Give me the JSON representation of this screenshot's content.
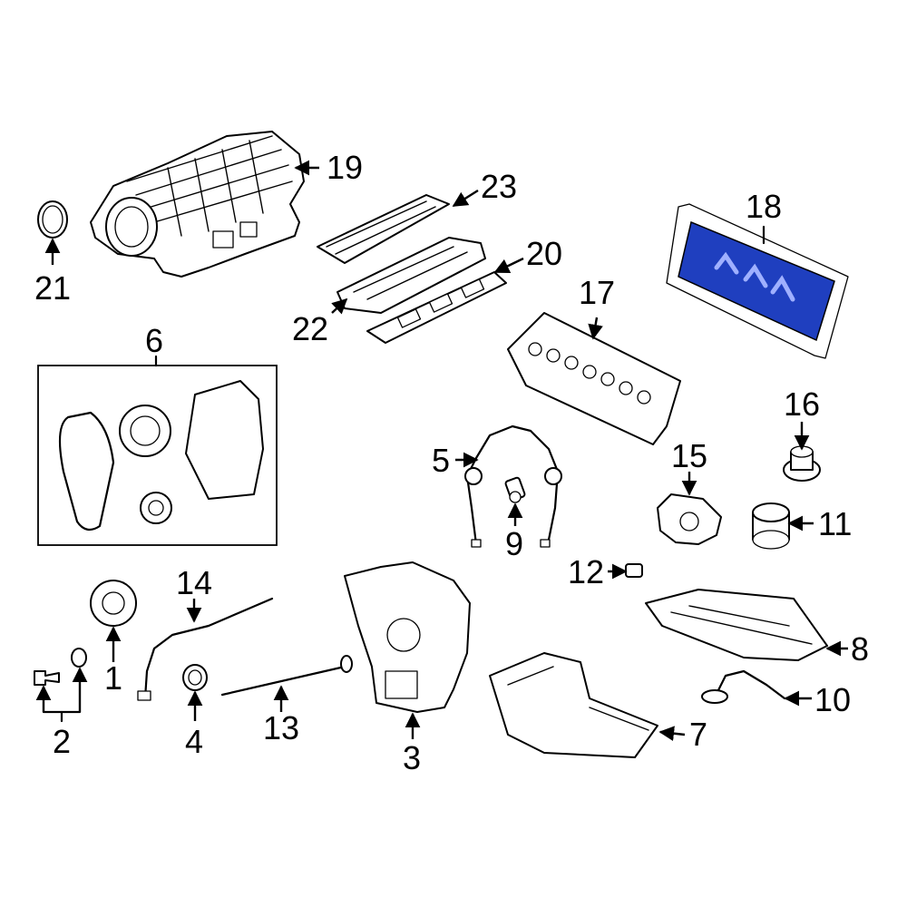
{
  "diagram": {
    "callouts": {
      "c1": "1",
      "c2": "2",
      "c3": "3",
      "c4": "4",
      "c5": "5",
      "c6": "6",
      "c7": "7",
      "c8": "8",
      "c9": "9",
      "c10": "10",
      "c11": "11",
      "c12": "12",
      "c13": "13",
      "c14": "14",
      "c15": "15",
      "c16": "16",
      "c17": "17",
      "c18": "18",
      "c19": "19",
      "c20": "20",
      "c21": "21",
      "c22": "22",
      "c23": "23"
    },
    "highlight_color": "#1f3fbf",
    "highlighted_part": "18"
  }
}
